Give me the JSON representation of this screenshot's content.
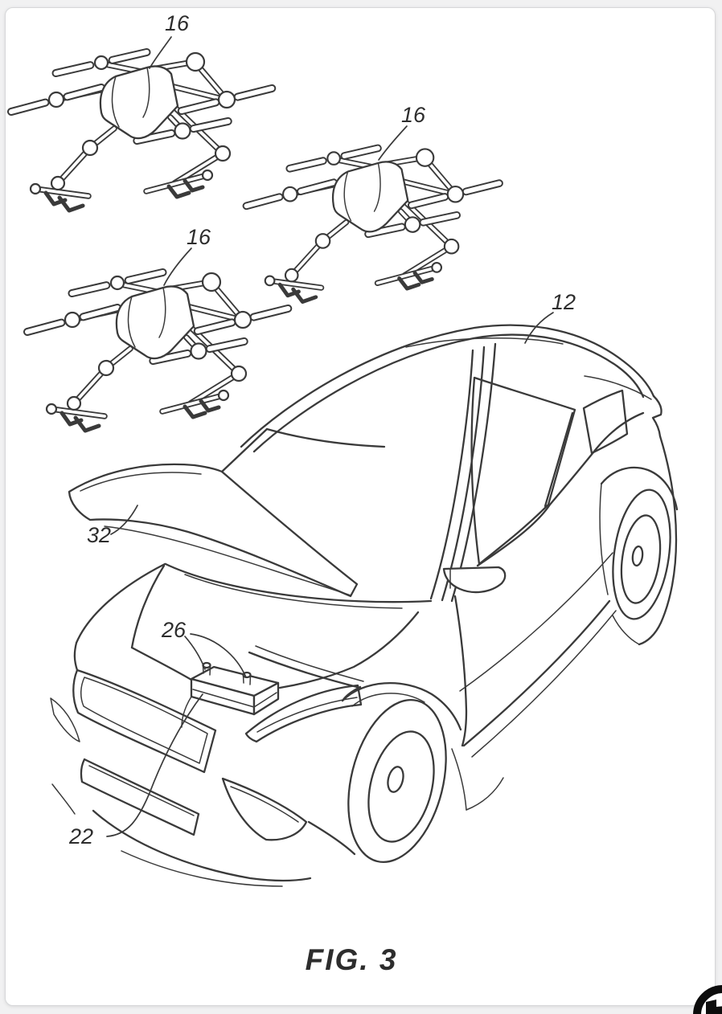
{
  "page": {
    "background_color": "#f1f1f2",
    "card_color": "#ffffff",
    "card_border_color": "#d6d7d9",
    "ink_color": "#3a3a3a"
  },
  "figure": {
    "caption": "FIG. 3",
    "labels": [
      {
        "ref": "16",
        "target": "drone-top-left"
      },
      {
        "ref": "16",
        "target": "drone-upper-right"
      },
      {
        "ref": "16",
        "target": "drone-lower-left"
      },
      {
        "ref": "12",
        "target": "vehicle-roof"
      },
      {
        "ref": "32",
        "target": "open-hood-panel"
      },
      {
        "ref": "26",
        "target": "battery-terminals"
      },
      {
        "ref": "22",
        "target": "vehicle-battery"
      }
    ]
  },
  "watermark": {
    "icon": "partial-circle-logo"
  }
}
